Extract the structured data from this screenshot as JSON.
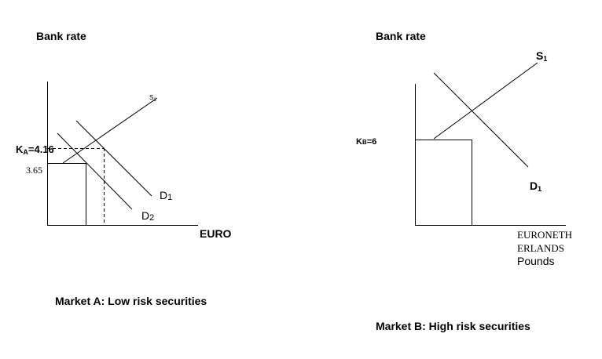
{
  "market_a": {
    "y_label": "Bank rate",
    "x_label": "EURO",
    "ka_label": "K",
    "ka_sub": "A",
    "ka_value": "=4.16",
    "low_value": "3.65",
    "supply_label": "S",
    "supply_sub": "1",
    "d1_label": "D",
    "d1_sub": "1",
    "d2_label": "D",
    "d2_sub": "2",
    "caption": "Market A: Low risk securities"
  },
  "market_b": {
    "y_label": "Bank rate",
    "x_label_line1": "EURONETH",
    "x_label_line2": "ERLANDS",
    "x_label_line3": "Pounds",
    "kb_label": "K",
    "kb_sub": "B",
    "kb_value": "=6",
    "supply_label": "S",
    "supply_sub": "1",
    "d1_label": "D",
    "d1_sub": "1",
    "caption": "Market B: High risk securities"
  }
}
